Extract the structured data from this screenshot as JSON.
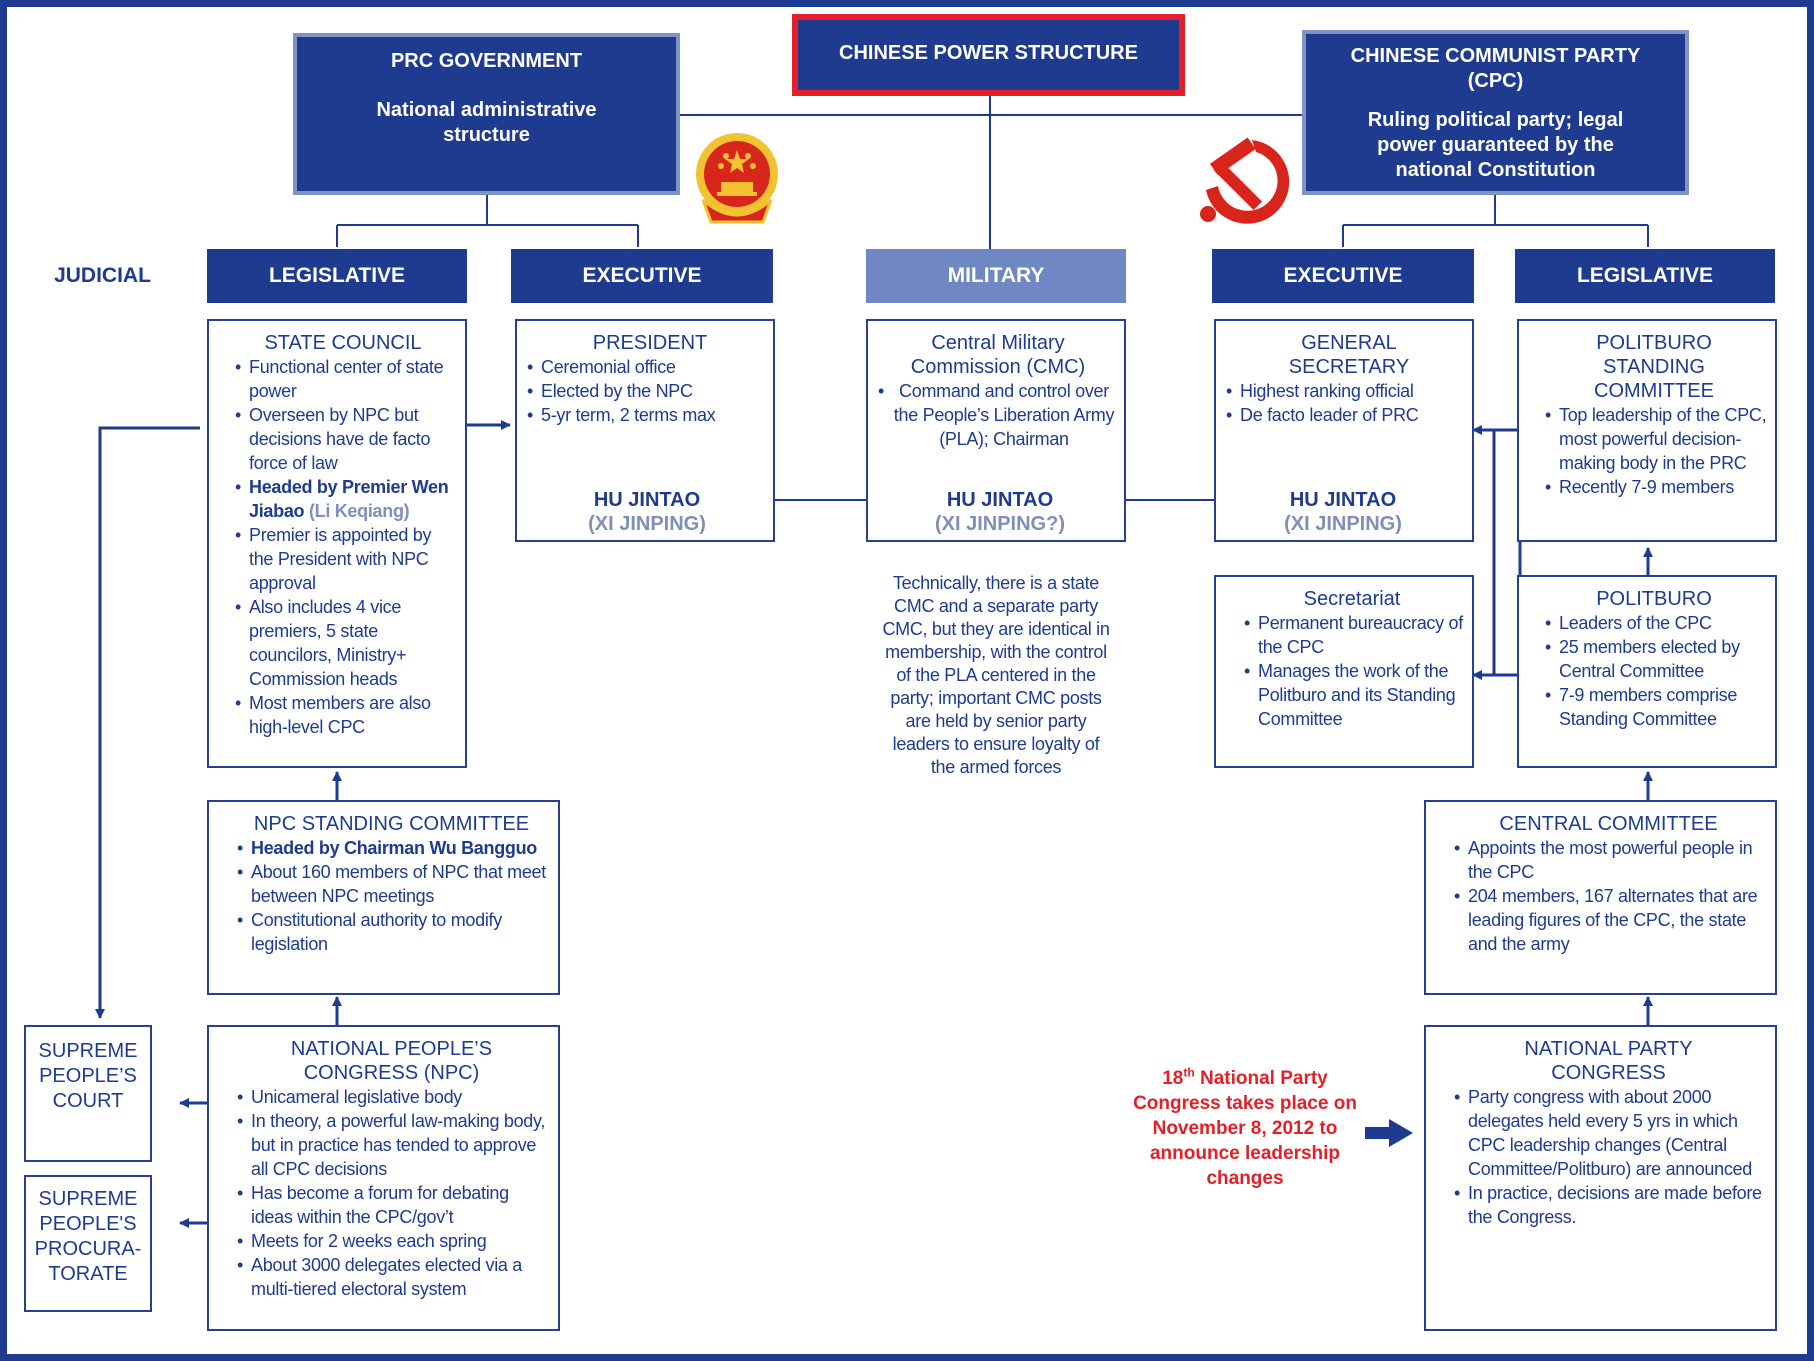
{
  "header": {
    "title": "CHINESE POWER STRUCTURE"
  },
  "prc": {
    "title": "PRC GOVERNMENT",
    "subtitle": "National administrative structure"
  },
  "cpc": {
    "title": "CHINESE COMMUNIST PARTY (CPC)",
    "subtitle": "Ruling political party; legal power guaranteed by the national Constitution"
  },
  "columns": {
    "judicial": "JUDICIAL",
    "legislative_gov": "LEGISLATIVE",
    "executive_gov": "EXECUTIVE",
    "military": "MILITARY",
    "executive_party": "EXECUTIVE",
    "legislative_party": "LEGISLATIVE"
  },
  "state_council": {
    "title": "STATE COUNCIL",
    "items": [
      "Functional center of state power",
      "Overseen by NPC but decisions have de facto force of law"
    ],
    "headed_bold": "Headed by Premier Wen Jiabao",
    "headed_alt": "(Li Keqiang)",
    "items2": [
      "Premier is appointed by the President with NPC approval",
      "Also includes 4 vice premiers, 5 state councilors, Ministry+ Commission heads",
      "Most members are also high-level CPC"
    ]
  },
  "president": {
    "title": "PRESIDENT",
    "items": [
      "Ceremonial office",
      "Elected by the NPC",
      "5-yr term, 2 terms max"
    ],
    "leader": "HU JINTAO",
    "leader_alt": "(XI JINPING)"
  },
  "cmc": {
    "title": "Central Military Commission (CMC)",
    "items": [
      "Command and control over the People’s Liberation Army (PLA); Chairman"
    ],
    "leader": "HU JINTAO",
    "leader_alt": "(XI JINPING?)",
    "note": "Technically, there is a state CMC and a separate party CMC, but they are identical in membership, with the control of the PLA centered in the party; important CMC posts are held by senior party leaders to ensure loyalty of the armed forces"
  },
  "gen_sec": {
    "title": "GENERAL SECRETARY",
    "items": [
      "Highest ranking official",
      "De facto leader of PRC"
    ],
    "leader": "HU JINTAO",
    "leader_alt": "(XI JINPING)"
  },
  "psc": {
    "title": "POLITBURO STANDING COMMITTEE",
    "items": [
      "Top leadership of the CPC, most powerful decision-making body in the PRC",
      "Recently 7-9 members"
    ]
  },
  "secretariat": {
    "title": "Secretariat",
    "items": [
      "Permanent bureaucracy of the CPC",
      "Manages the work of the Politburo and its Standing Committee"
    ]
  },
  "politburo": {
    "title": "POLITBURO",
    "items": [
      "Leaders of the CPC",
      "25 members elected by Central Committee",
      "7-9 members comprise Standing Committee"
    ]
  },
  "npc_sc": {
    "title": "NPC STANDING COMMITTEE",
    "headed_bold": "Headed by Chairman Wu Bangguo",
    "items": [
      "About 160 members of NPC that meet between NPC meetings",
      "Constitutional authority to modify legislation"
    ]
  },
  "central_committee": {
    "title": "CENTRAL COMMITTEE",
    "items": [
      "Appoints the most powerful people in the CPC",
      "204 members, 167 alternates that are leading figures of the CPC, the state and the army"
    ]
  },
  "npc": {
    "title": "NATIONAL PEOPLE’S CONGRESS (NPC)",
    "items": [
      "Unicameral legislative body",
      "In theory, a powerful law-making body, but in practice has tended to approve all CPC decisions",
      "Has become a forum for debating ideas within the CPC/gov’t",
      "Meets for 2 weeks each spring",
      "About 3000 delegates elected via a multi-tiered electoral system"
    ]
  },
  "npc_party": {
    "title": "NATIONAL PARTY CONGRESS",
    "items": [
      "Party congress with about 2000 delegates held every 5 yrs in which CPC leadership changes (Central Committee/Politburo) are announced",
      "In practice, decisions are made before the Congress."
    ]
  },
  "court": {
    "label": "SUPREME PEOPLE’S COURT"
  },
  "procuratorate": {
    "label": "SUPREME PEOPLE'S PROCURA-TORATE"
  },
  "congress_note": {
    "num": "18",
    "sup": "th",
    "text": "National Party Congress takes place on November 8, 2012 to announce leadership changes"
  },
  "colors": {
    "navy": "#1e3b8f",
    "military": "#6f87c2",
    "red": "#e3202a",
    "alt_grey": "#7f8fb8"
  },
  "icons": [
    "prc-emblem-icon",
    "hammer-sickle-icon"
  ]
}
